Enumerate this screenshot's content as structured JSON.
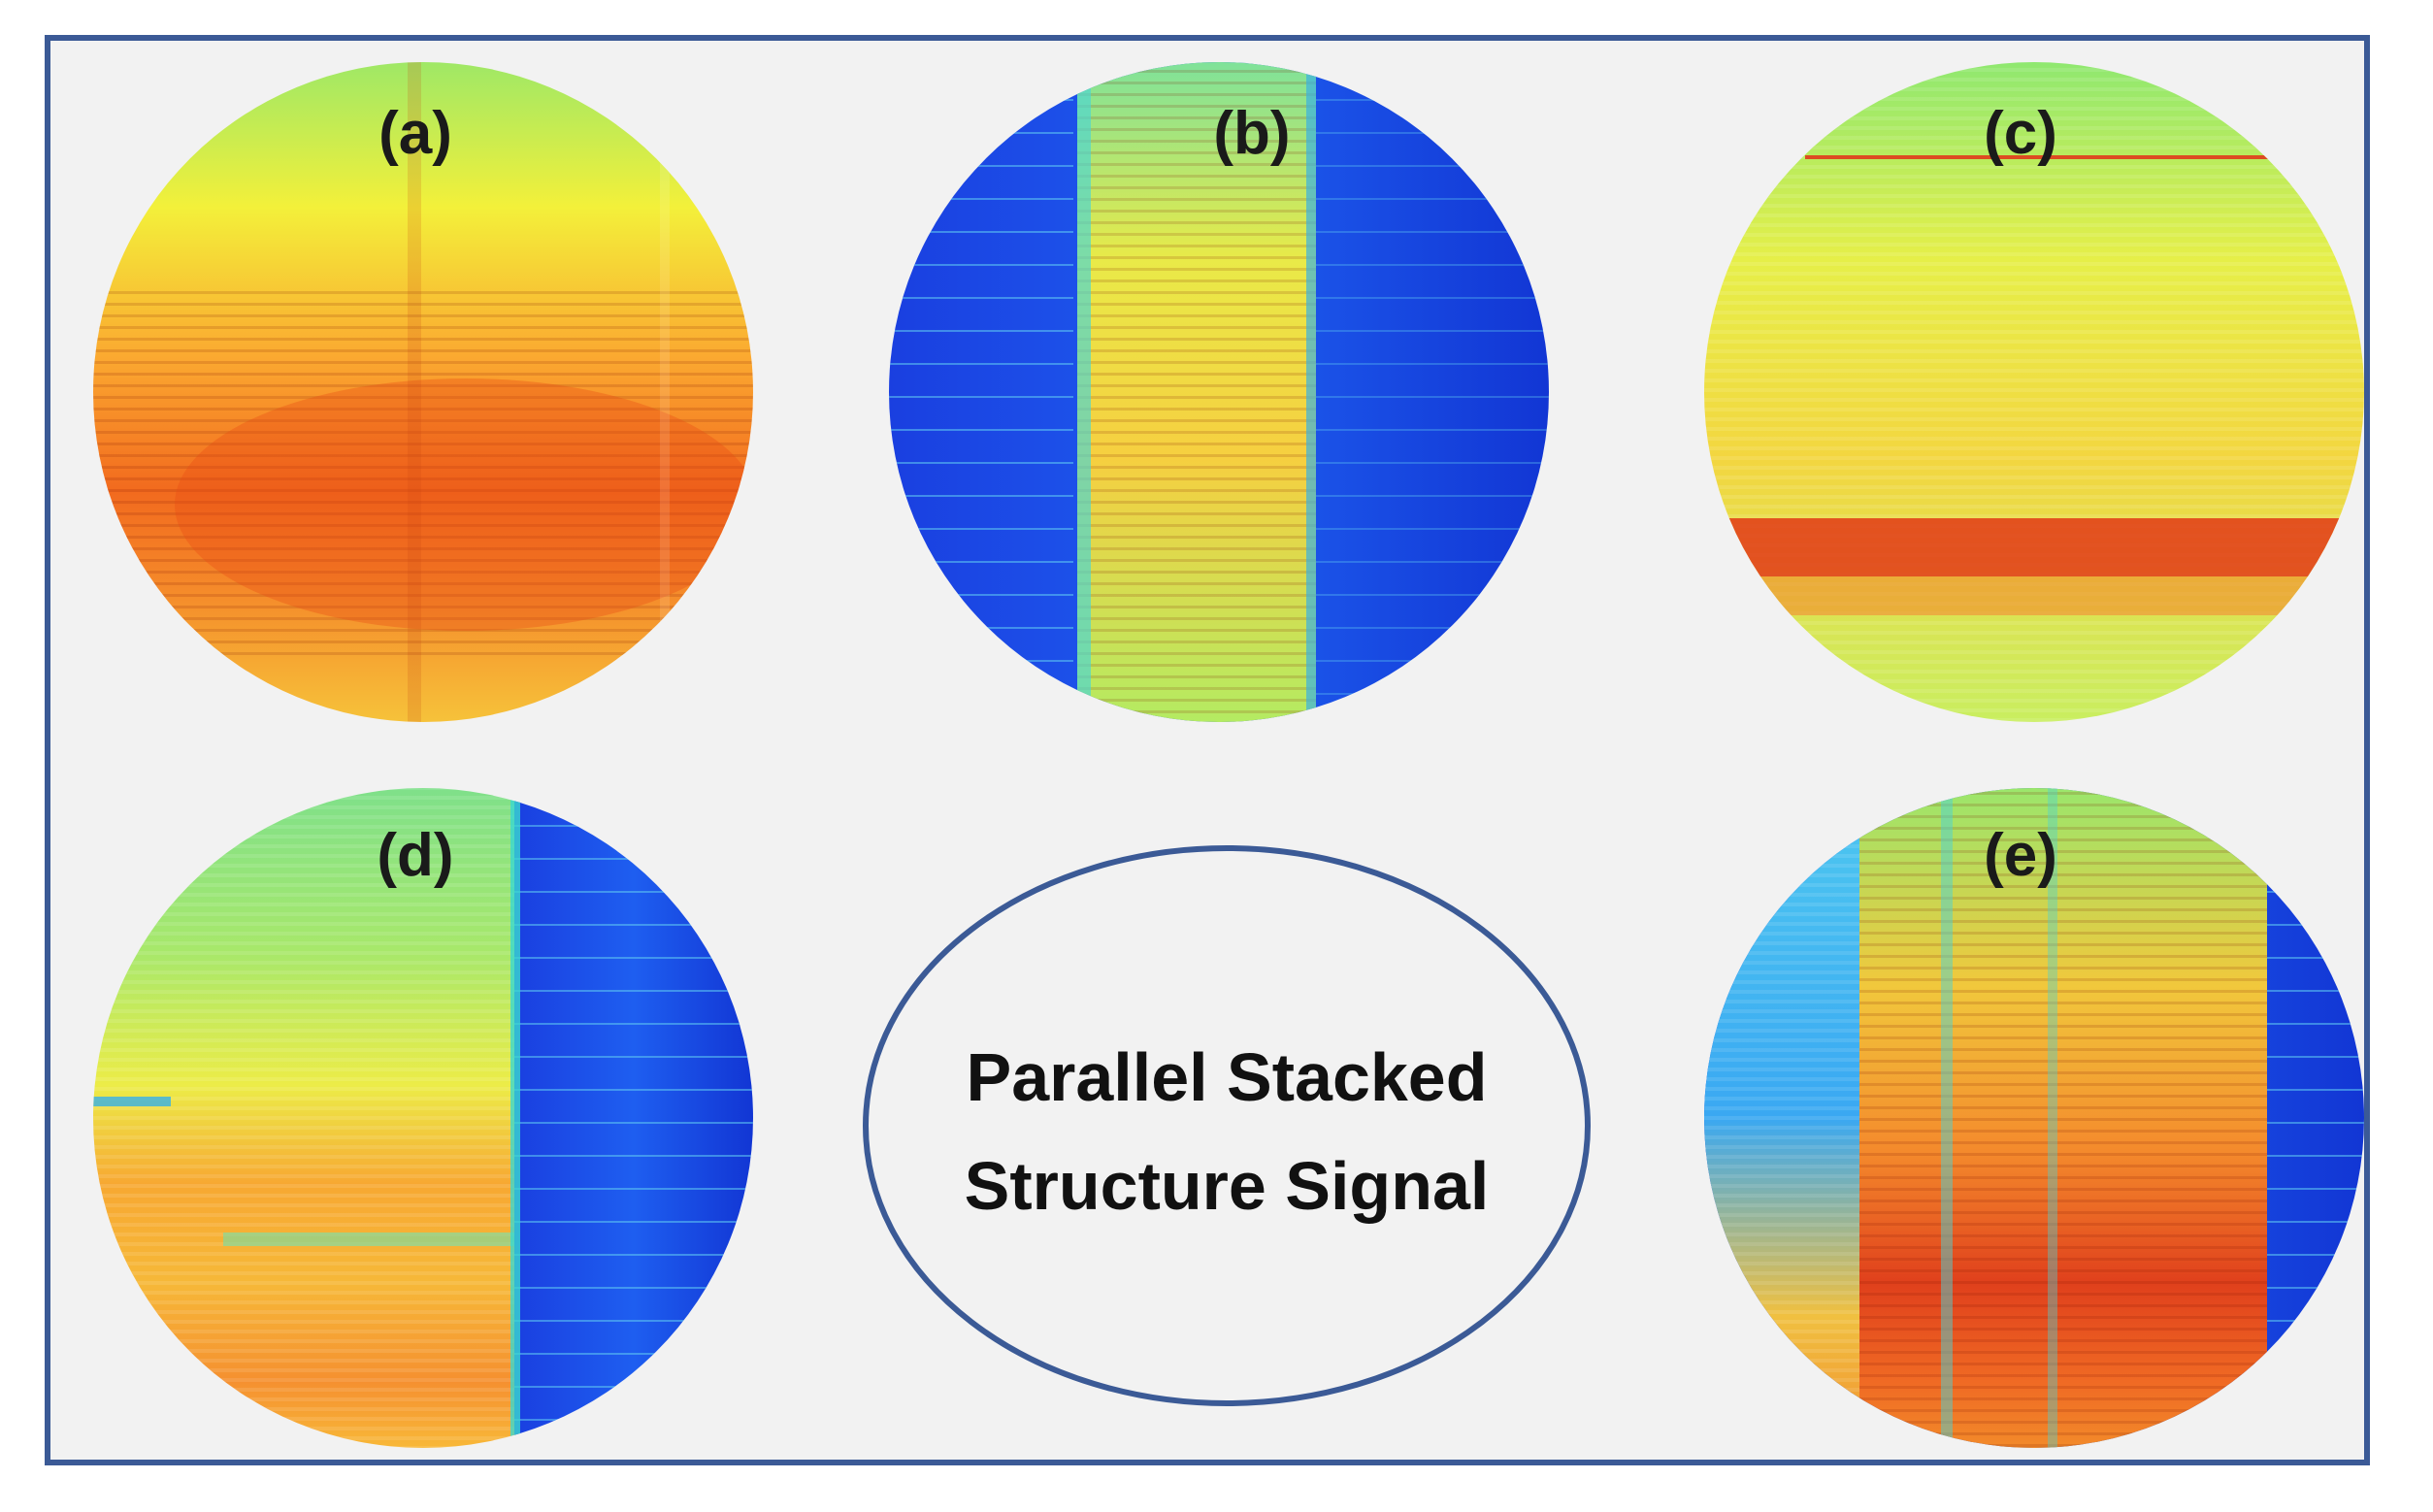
{
  "panels": [
    {
      "label": "(a)",
      "name": "panel-a"
    },
    {
      "label": "(b)",
      "name": "panel-b"
    },
    {
      "label": "(c)",
      "name": "panel-c"
    },
    {
      "label": "(d)",
      "name": "panel-d"
    },
    {
      "label": "(e)",
      "name": "panel-e"
    }
  ],
  "center": {
    "line1": "Parallel Stacked",
    "line2": "Structure Signal"
  },
  "colors": {
    "border": "#3b5a96",
    "background": "#f2f2f2",
    "label": "#1a1a1a"
  }
}
